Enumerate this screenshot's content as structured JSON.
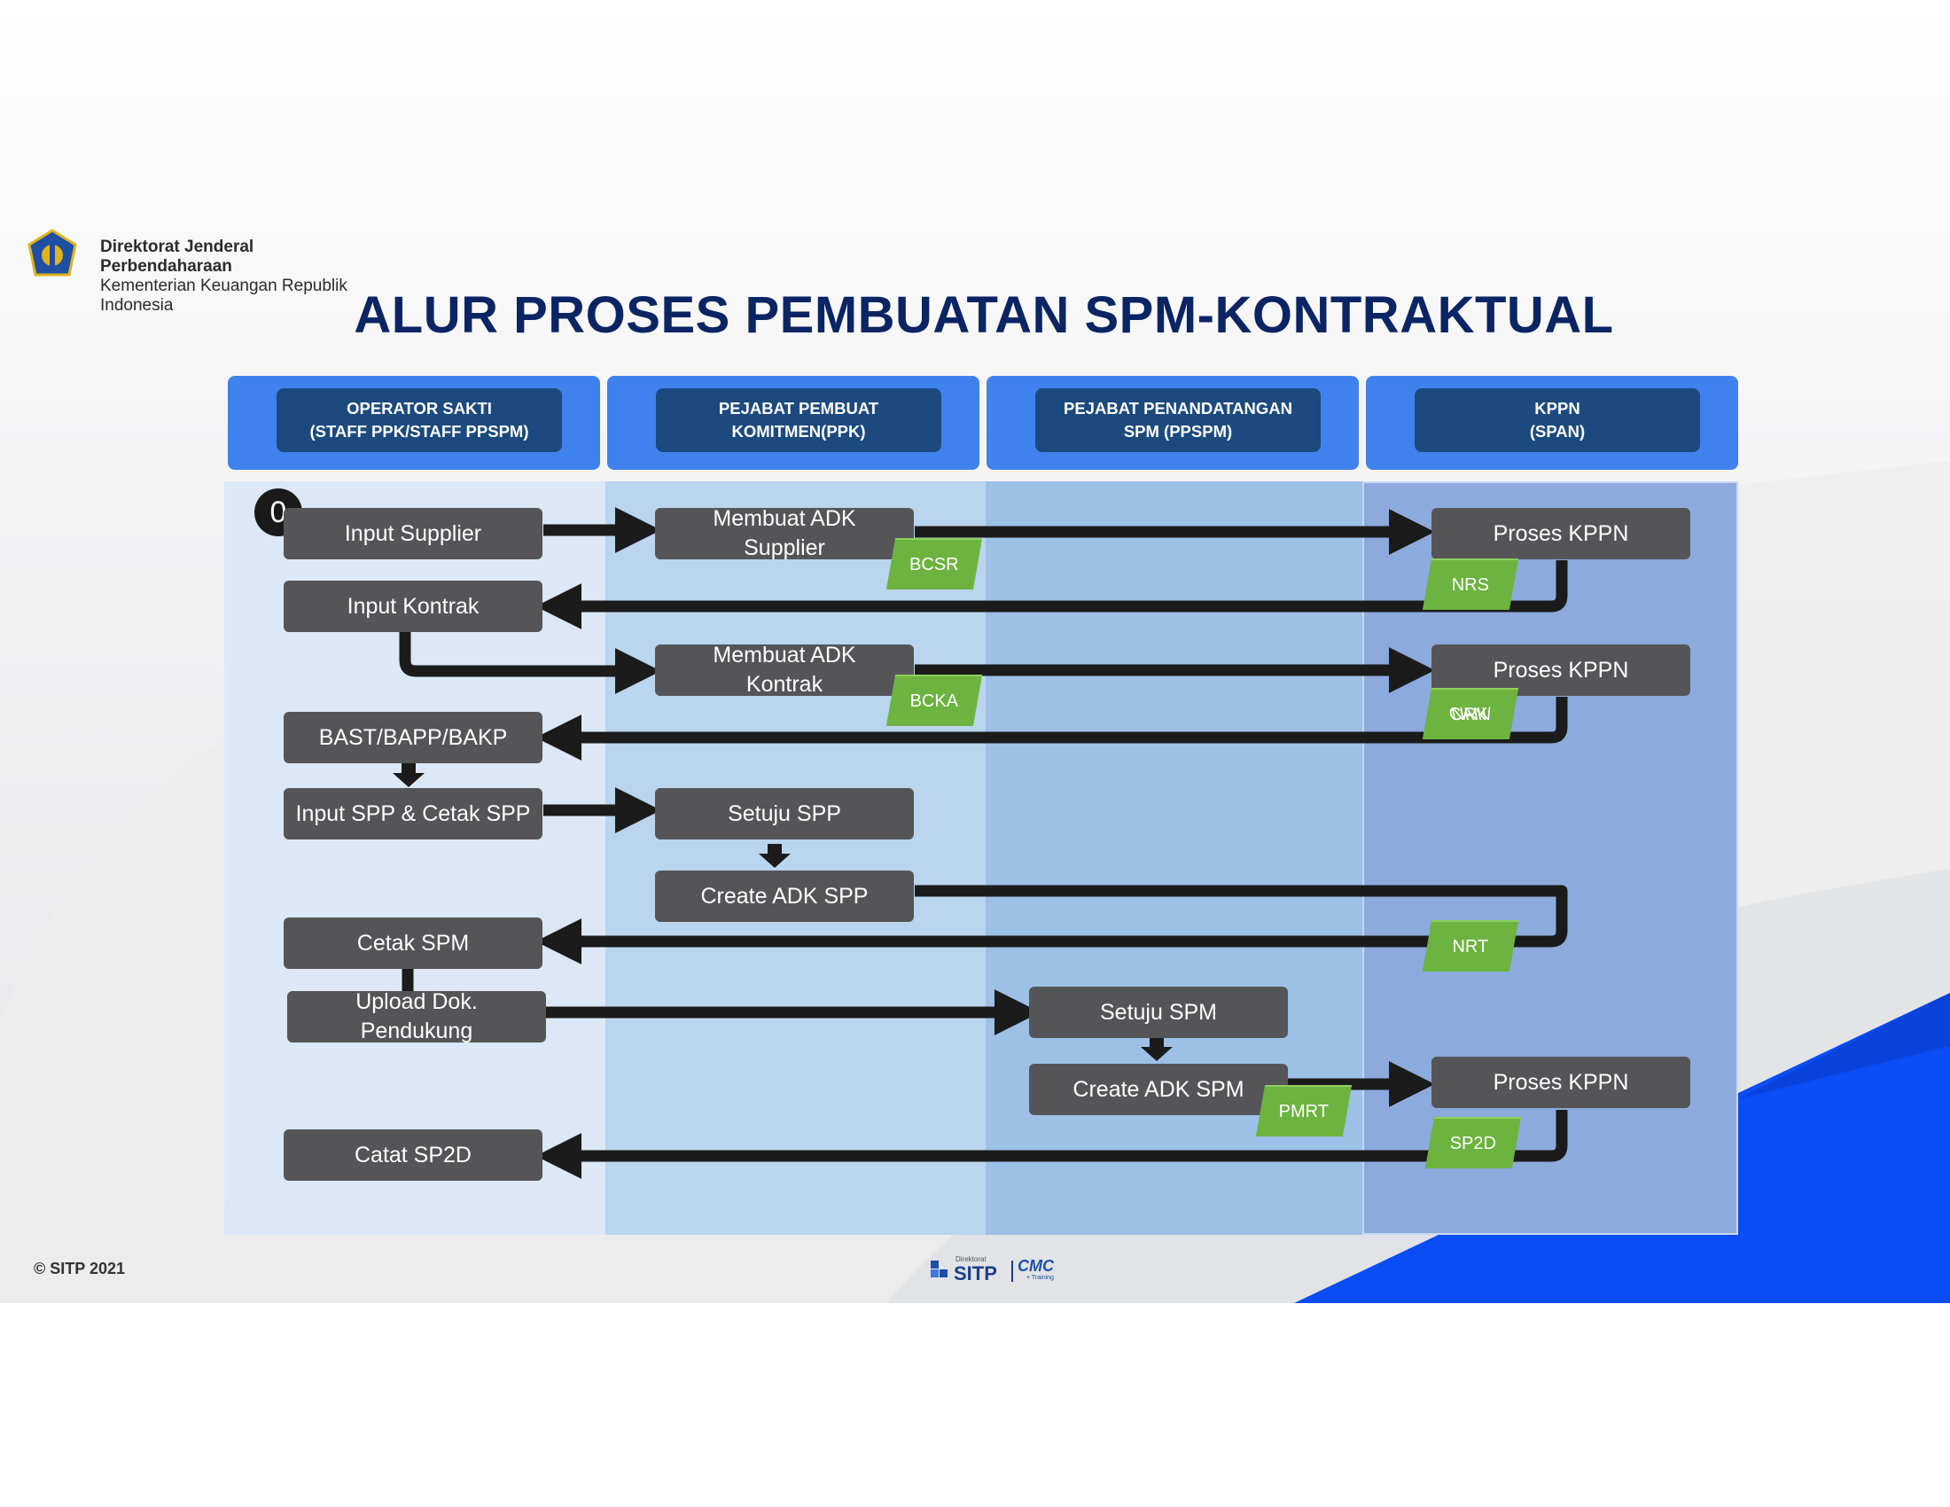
{
  "org": {
    "line1": "Direktorat Jenderal",
    "line2": "Perbendaharaan",
    "line3": "Kementerian Keuangan Republik",
    "line4": "Indonesia"
  },
  "title": "ALUR PROSES PEMBUATAN SPM-KONTRAKTUAL",
  "lanes": [
    {
      "line1": "OPERATOR SAKTI",
      "line2": "(STAFF PPK/STAFF PPSPM)"
    },
    {
      "line1": "PEJABAT PEMBUAT",
      "line2": "KOMITMEN(PPK)"
    },
    {
      "line1": "PEJABAT PENANDATANGAN",
      "line2": "SPM (PPSPM)"
    },
    {
      "line1": "KPPN",
      "line2": "(SPAN)"
    }
  ],
  "step_number": "0",
  "steps": {
    "input_supplier": "Input Supplier",
    "membuat_adk_supplier": [
      "Membuat ADK",
      "Supplier"
    ],
    "proses_kppn_1": "Proses KPPN",
    "input_kontrak": "Input Kontrak",
    "membuat_adk_kontrak": [
      "Membuat ADK",
      "Kontrak"
    ],
    "proses_kppn_2": "Proses KPPN",
    "bast": "BAST/BAPP/BAKP",
    "input_spp": "Input SPP & Cetak SPP",
    "setuju_spp": "Setuju SPP",
    "create_adk_spp": "Create ADK SPP",
    "cetak_spm": "Cetak SPM",
    "upload_dok": [
      "Upload Dok.",
      "Pendukung"
    ],
    "setuju_spm": "Setuju SPM",
    "create_adk_spm": "Create ADK SPM",
    "proses_kppn_3": "Proses KPPN",
    "catat_sp2d": "Catat SP2D"
  },
  "tags": {
    "bcsr": "BCSR",
    "nrs": "NRS",
    "bcka": "BCKA",
    "can_nrk": [
      "CAN/",
      "NRK"
    ],
    "nrt": "NRT",
    "pmrt": "PMRT",
    "sp2d": "SP2D"
  },
  "footer": {
    "copyright": "© SITP 2021",
    "logo_sitp": "SITP",
    "logo_small": "Direktorat",
    "logo_cmc": "CMC",
    "logo_cmc_sub": "+ Training"
  },
  "colors": {
    "title": "#0b2463",
    "header_outer": "#3f82ee",
    "header_inner": "#1c4a7e",
    "box": "#555558",
    "tag": "#6db33f",
    "accent_blue": "#0a4df5"
  }
}
